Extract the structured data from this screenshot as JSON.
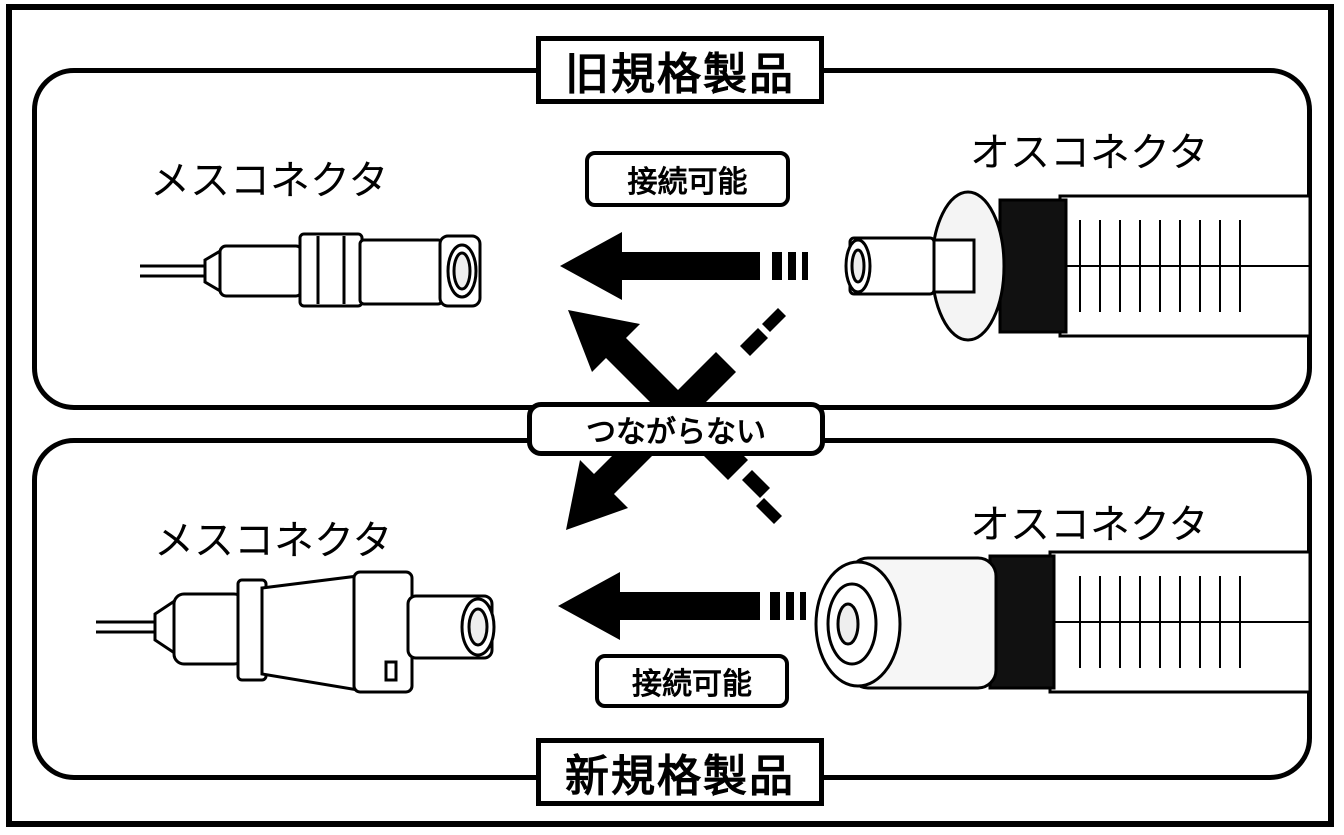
{
  "titles": {
    "old_standard": "旧規格製品",
    "new_standard": "新規格製品"
  },
  "old_panel": {
    "female_label": "メスコネクタ",
    "male_label": "オスコネクタ",
    "connectable_label": "接続可能"
  },
  "new_panel": {
    "female_label": "メスコネクタ",
    "male_label": "オスコネクタ",
    "connectable_label": "接続可能"
  },
  "cross": {
    "not_connect_label": "つながらない"
  }
}
